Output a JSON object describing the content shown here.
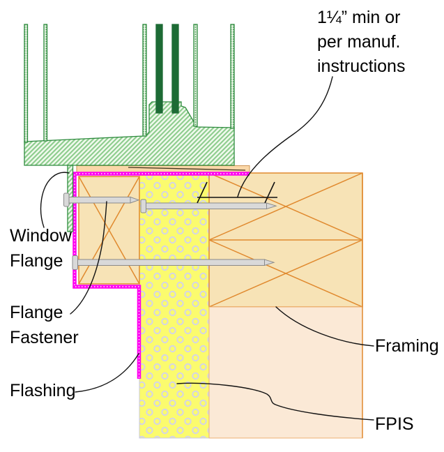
{
  "figure": {
    "kind": "window-sill-installation-detail",
    "labels": {
      "dimension_note": [
        "1¼” min or",
        "per manuf.",
        "instructions"
      ],
      "window_flange": [
        "Window",
        "Flange"
      ],
      "flange_fastener": [
        "Flange",
        "Fastener"
      ],
      "flashing": "Flashing",
      "framing": "Framing",
      "fpis": "FPIS"
    },
    "colors": {
      "flashing_magenta": "#FF00F0",
      "framing_orange": "#E0892E",
      "framing_fill": "#F7E3B6",
      "sheathing_tan": "#FAD7A8",
      "wall_peach": "#FBE9D6",
      "fpis_yellow": "#FBFB6E",
      "fpis_ring_gray": "#D4D4E6",
      "window_green_dark": "#1D6B35",
      "window_green_outline": "#2E8B3E",
      "window_hatch_green": "#8CCC8C",
      "fastener_gray": "#D9D9D9",
      "leader_black": "#111111"
    }
  }
}
